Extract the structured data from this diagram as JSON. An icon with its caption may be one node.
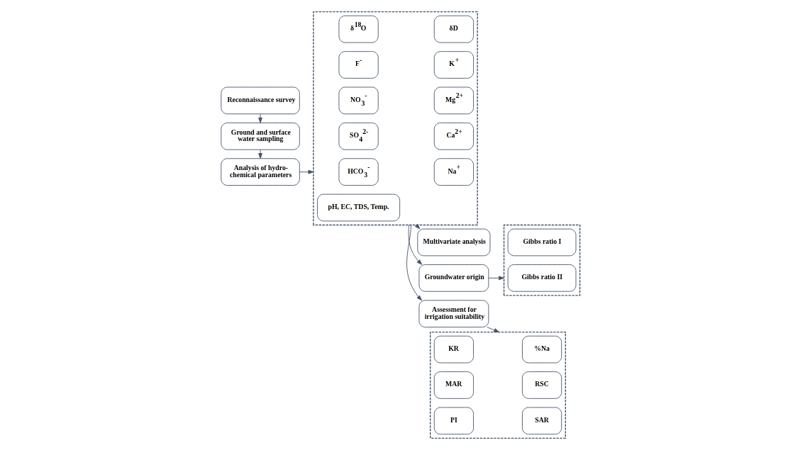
{
  "diagram": {
    "nodes": [
      {
        "text": [
          "Reconnaissance survey"
        ]
      },
      {
        "text": [
          "Ground and surface water sampling"
        ]
      },
      {
        "text": [
          "Analysis of hydro-chemical parameters"
        ]
      },
      {
        "text": [],
        "shape": "box"
      },
      {
        "text": [
          "pH, EC, TDS, Temp."
        ],
        "in": 3
      },
      {
        "text": [
          "SO$_{4}$$^{2-}$"
        ],
        "in": 3
      },
      {
        "text": [
          "Ca$^{2+}$"
        ],
        "in": 3
      },
      {
        "text": [
          "NO$_{3}$$^{-}$"
        ],
        "in": 3
      },
      {
        "text": [
          "Mg$^{2+}$"
        ],
        "in": 3
      },
      {
        "text": [
          "HCO$_{3}$$^{-}$"
        ],
        "in": 3
      },
      {
        "text": [
          "Na$^{+}$"
        ],
        "in": 3
      },
      {
        "text": [
          "F$^{-}$"
        ],
        "in": 3
      },
      {
        "text": [
          "K$^{+}$"
        ],
        "in": 3
      },
      {
        "text": [
          "δ$^{18}$O"
        ],
        "in": 3
      },
      {
        "text": [
          "δD"
        ],
        "in": 3
      },
      {
        "text": [
          "Groundwater origin"
        ]
      },
      {
        "text": [
          "Multivariate analysis"
        ]
      },
      {
        "text": [
          "Assessment for irrigation suitability"
        ]
      },
      {
        "text": [],
        "shape": "box"
      },
      {
        "text": [
          "Gibbs ratio I"
        ],
        "in": 18
      },
      {
        "text": [
          "Gibbs ratio II"
        ],
        "in": 18
      },
      {
        "text": [],
        "shape": "box"
      },
      {
        "text": [
          "PI"
        ],
        "in": 21
      },
      {
        "text": [
          "SAR"
        ],
        "in": 21
      },
      {
        "text": [
          "KR"
        ],
        "in": 21
      },
      {
        "text": [
          "%Na"
        ],
        "in": 21
      },
      {
        "text": [
          "MAR"
        ],
        "in": 21
      },
      {
        "text": [
          "RSC"
        ],
        "in": 21
      }
    ],
    "edges": [
      {
        "from": 0,
        "to": 1,
        "arrow": "to"
      },
      {
        "from": 1,
        "to": 2,
        "arrow": "to"
      },
      {
        "from": 2,
        "to": 3,
        "arrow": "to"
      },
      {
        "from": 3,
        "to": 15,
        "arrow": "to"
      },
      {
        "from": 3,
        "to": 16,
        "arrow": "to"
      },
      {
        "from": 3,
        "to": 17,
        "arrow": "to"
      },
      {
        "from": 15,
        "to": 18,
        "arrow": "to"
      },
      {
        "from": 17,
        "to": 21,
        "arrow": "to"
      }
    ]
  }
}
